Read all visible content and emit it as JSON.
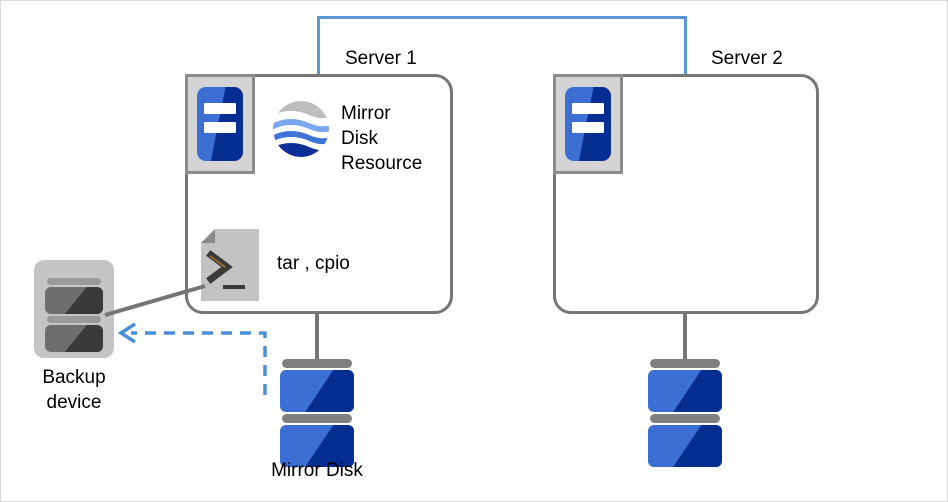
{
  "diagram": {
    "title": "Mirror disk backup configuration",
    "background_color": "#ffffff",
    "border_color": "#d9d9d9"
  },
  "colors": {
    "network_line": "#5a97d8",
    "connector_line": "#767676",
    "box_border": "#767676",
    "disk_blue_light": "#3b6fd4",
    "disk_blue_dark": "#062d91",
    "disk_band_gray": "#7f7f7f",
    "backup_gray": "#c5c5c5",
    "icon_frame_gray": "#8c8c8c",
    "icon_fill_gray": "#d4d4d4",
    "dashed_arrow": "#4a90d9",
    "text": "#000000"
  },
  "servers": [
    {
      "id": "server-1",
      "label": "Server 1",
      "icon": "server-icon",
      "resources": [
        {
          "id": "mirror-disk-resource",
          "icon": "globe-icon",
          "label": "Mirror\nDisk\nResource"
        },
        {
          "id": "backup-command",
          "icon": "script-icon",
          "label": "tar , cpio"
        }
      ]
    },
    {
      "id": "server-2",
      "label": "Server 2",
      "icon": "server-icon",
      "resources": []
    }
  ],
  "storage": [
    {
      "id": "mirror-disk-1",
      "label": "Mirror Disk",
      "icon": "disk-stack-icon"
    },
    {
      "id": "mirror-disk-2",
      "label": "",
      "icon": "disk-stack-icon"
    }
  ],
  "backup": {
    "id": "backup-device",
    "label": "Backup\ndevice",
    "icon": "backup-device-icon",
    "flow_label": ""
  },
  "connections": [
    {
      "id": "interconnect",
      "from": "server-1",
      "to": "server-2",
      "style": "solid",
      "color": "#5a97d8"
    },
    {
      "id": "server1-to-disk",
      "from": "server-1",
      "to": "mirror-disk-1",
      "style": "solid",
      "color": "#767676"
    },
    {
      "id": "server2-to-disk",
      "from": "server-2",
      "to": "mirror-disk-2",
      "style": "solid",
      "color": "#767676"
    },
    {
      "id": "backup-flow",
      "from": "mirror-disk-1",
      "to": "backup-device",
      "style": "dashed-arrow",
      "color": "#4a90d9"
    },
    {
      "id": "command-to-backup",
      "from": "backup-command",
      "to": "backup-device",
      "style": "solid",
      "color": "#767676"
    }
  ]
}
